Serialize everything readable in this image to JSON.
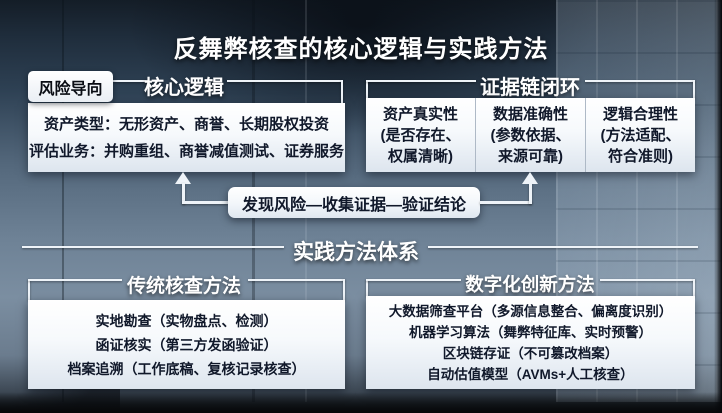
{
  "title": "反舞弊核查的核心逻辑与实践方法",
  "risk_badge": "风险导向",
  "core_logic": {
    "header": "核心逻辑",
    "lines": [
      "资产类型：无形资产、商誉、长期股权投资",
      "评估业务：并购重组、商誉减值测试、证券服务"
    ]
  },
  "evidence_chain": {
    "header": "证据链闭环",
    "columns": [
      {
        "title": "资产真实性",
        "sub1": "(是否存在、",
        "sub2": "权属清晰)"
      },
      {
        "title": "数据准确性",
        "sub1": "(参数依据、",
        "sub2": "来源可靠)"
      },
      {
        "title": "逻辑合理性",
        "sub1": "(方法适配、",
        "sub2": "符合准则)"
      }
    ]
  },
  "flow": {
    "label": "发现风险—收集证据—验证结论"
  },
  "practice": {
    "header": "实践方法体系",
    "traditional": {
      "header": "传统核查方法",
      "items": [
        "实地勘查（实物盘点、检测）",
        "函证核实（第三方发函验证）",
        "档案追溯（工作底稿、复核记录核查）"
      ]
    },
    "digital": {
      "header": "数字化创新方法",
      "items": [
        "大数据筛查平台（多源信息整合、偏离度识别）",
        "机器学习算法（舞弊特征库、实时预警）",
        "区块链存证（不可篡改档案）",
        "自动估值模型（AVMs+人工核查）"
      ]
    }
  },
  "colors": {
    "background_top": "#141d27",
    "background_mid": "#6e8296",
    "panel_bg_top": "#ffffff",
    "panel_bg_bottom": "#dde5ee",
    "panel_text": "#10182a",
    "header_text": "#ffffff",
    "line": "#eef3f8",
    "column_divider": "#aeb9c6"
  }
}
